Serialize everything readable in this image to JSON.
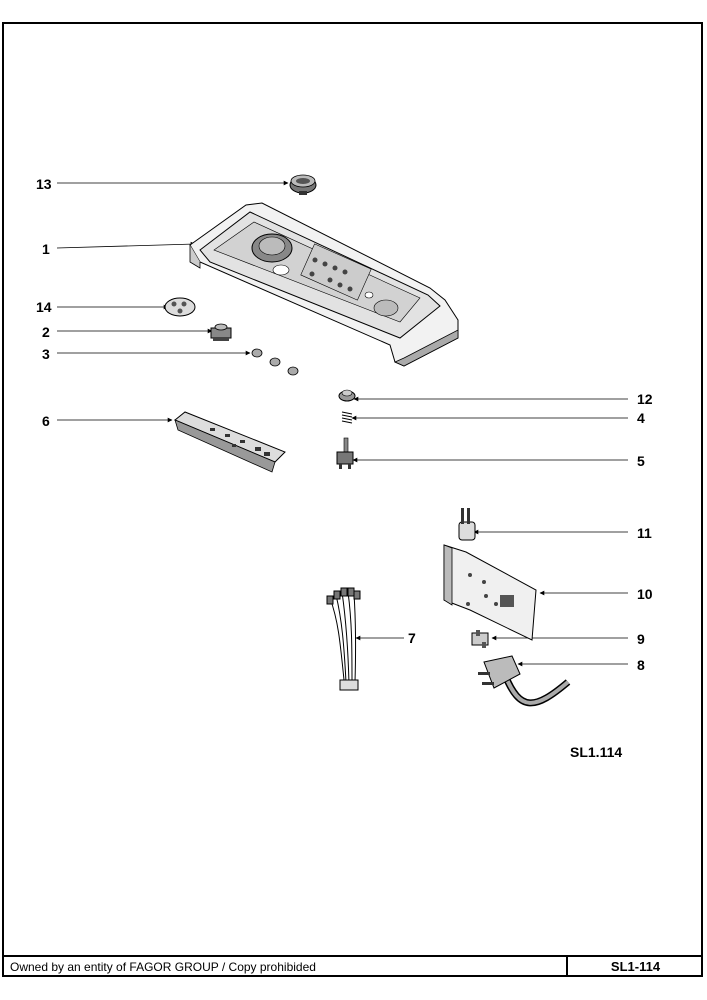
{
  "diagram": {
    "reference_code": "SL1.114",
    "callouts": [
      "13",
      "1",
      "14",
      "2",
      "3",
      "6",
      "12",
      "4",
      "5",
      "11",
      "10",
      "9",
      "8",
      "7"
    ]
  },
  "footer": {
    "ownership_text": "Owned by an entity of FAGOR GROUP / Copy prohibided",
    "sheet_code": "SL1-114"
  }
}
